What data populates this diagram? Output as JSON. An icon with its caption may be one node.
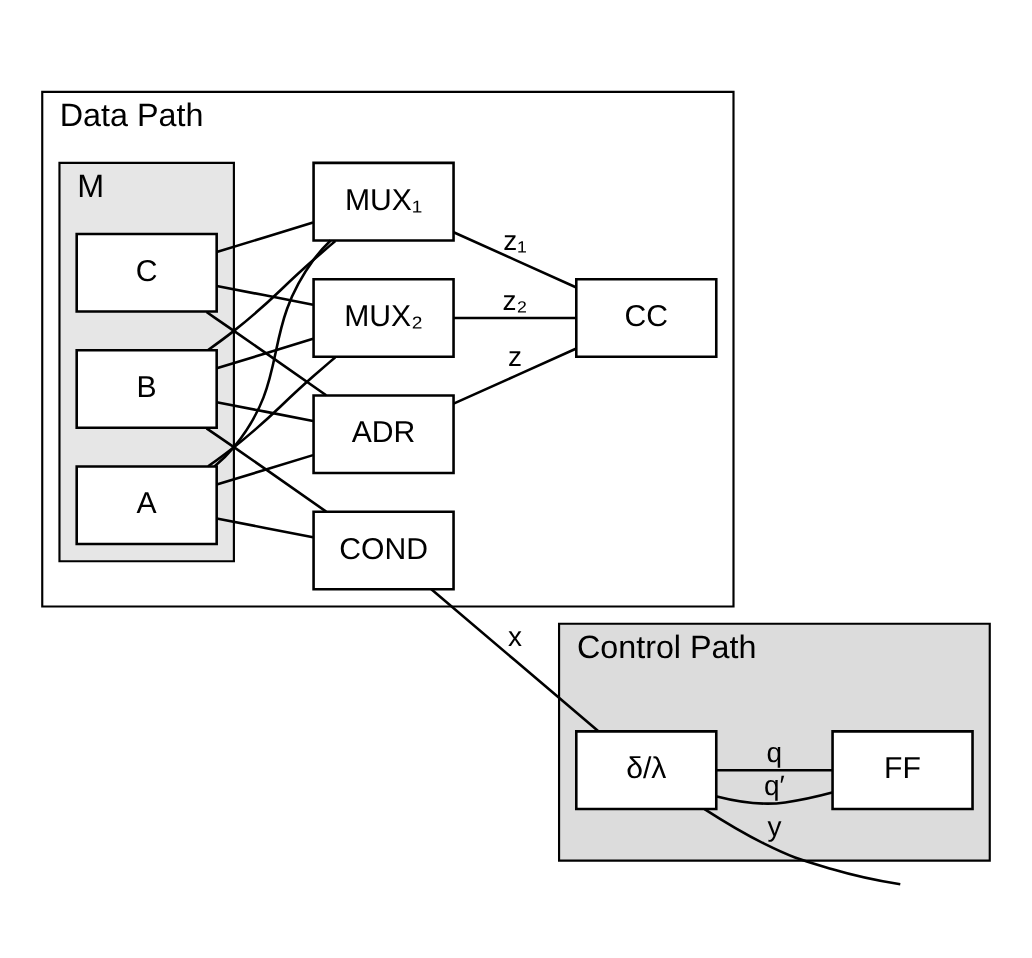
{
  "diagram": {
    "nodes": [
      {
        "text": [
          "Data Path"
        ]
      },
      {
        "text": [
          "M"
        ],
        "in": 0
      },
      {
        "text": [
          "A"
        ],
        "in": 1
      },
      {
        "text": [
          "B"
        ],
        "in": 1
      },
      {
        "text": [
          "C"
        ],
        "in": 1
      },
      {
        "text": [
          "ADR"
        ],
        "in": 0
      },
      {
        "text": [
          "MUX₁"
        ],
        "in": 0
      },
      {
        "text": [
          "MUX₂"
        ],
        "in": 0
      },
      {
        "text": [
          "CC"
        ],
        "in": 0
      },
      {
        "text": [
          "COND"
        ],
        "in": 0
      },
      {
        "text": [
          "Control Path"
        ]
      },
      {
        "text": [
          "δ/λ"
        ],
        "in": 10
      },
      {
        "text": [
          "FF"
        ],
        "in": 10
      }
    ],
    "edges": [
      {
        "from": 2,
        "to": 5,
        "arrow": "none"
      },
      {
        "from": 3,
        "to": 5,
        "arrow": "none"
      },
      {
        "from": 4,
        "to": 5,
        "arrow": "none"
      },
      {
        "from": 2,
        "to": 6,
        "arrow": "none"
      },
      {
        "from": 2,
        "to": 7,
        "arrow": "none"
      },
      {
        "from": 2,
        "to": 9,
        "arrow": "none"
      },
      {
        "from": 3,
        "to": 6,
        "arrow": "none"
      },
      {
        "from": 3,
        "to": 7,
        "arrow": "none"
      },
      {
        "from": 3,
        "to": 9,
        "arrow": "none"
      },
      {
        "from": 4,
        "to": 6,
        "arrow": "none"
      },
      {
        "from": 4,
        "to": 7,
        "arrow": "none"
      },
      {
        "from": 6,
        "to": 8,
        "label": "z₁",
        "arrow": "none"
      },
      {
        "from": 7,
        "to": 8,
        "label": "z₂",
        "arrow": "none"
      },
      {
        "from": 5,
        "to": 8,
        "label": "z",
        "arrow": "none"
      },
      {
        "from": 9,
        "to": 11,
        "label": "x",
        "arrow": "none"
      },
      {
        "from": 11,
        "to": null,
        "label": "y",
        "arrow": "none"
      },
      {
        "from": 11,
        "to": 12,
        "label": "q′",
        "arrow": "none"
      },
      {
        "from": 11,
        "to": 12,
        "label": "q",
        "arrow": "none"
      }
    ]
  }
}
